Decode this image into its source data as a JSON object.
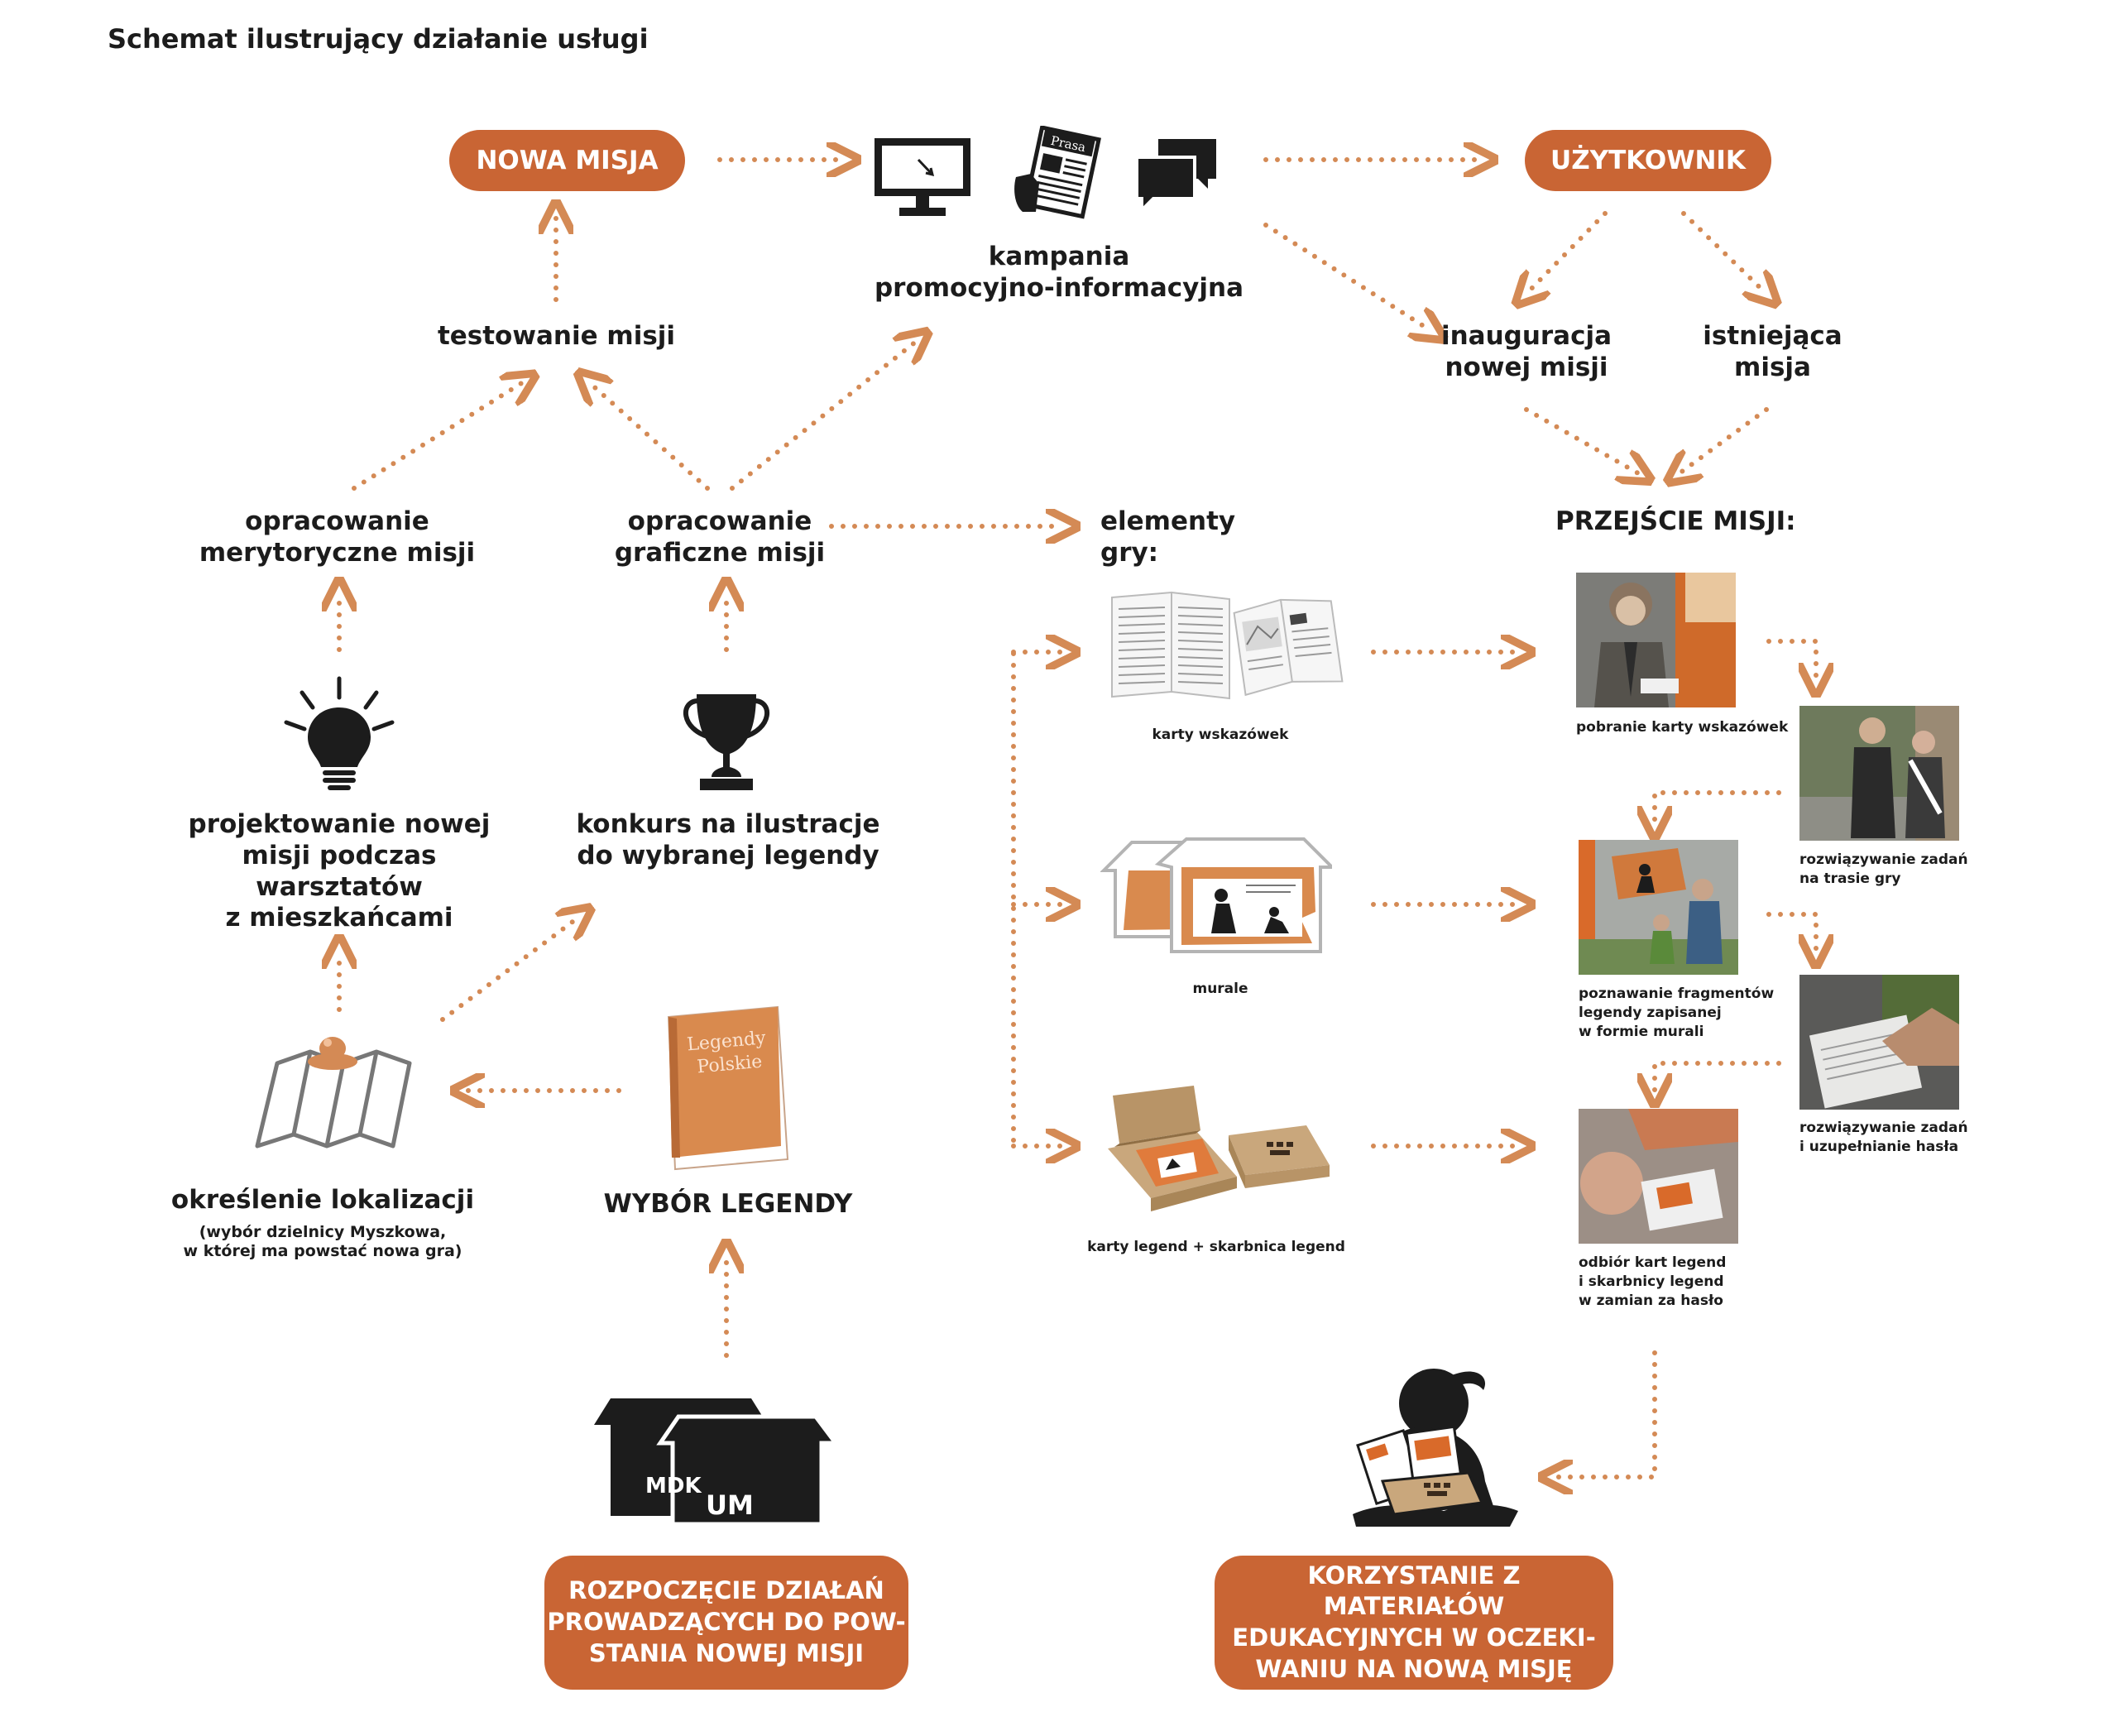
{
  "title": "Schemat ilustrujący działanie usługi",
  "colors": {
    "accent": "#c96534",
    "arrow": "#d48a55",
    "ink": "#1c1c1c"
  },
  "pills": {
    "nowa_misja": "NOWA MISJA",
    "uzytkownik": "UŻYTKOWNIK",
    "rozpoczecie": "ROZPOCZĘCIE DZIAŁAŃ\nPROWADZĄCYCH DO POW-\nSTANIA NOWEJ MISJI",
    "korzystanie": "KORZYSTANIE Z MATERIAŁÓW\nEDUKACYJNYCH W OCZEKI-\nWANIU NA NOWĄ MISJĘ"
  },
  "nodes": {
    "kampania": "kampania\npromocyjno-informacyjna",
    "testowanie": "testowanie misji",
    "inauguracja": "inauguracja\nnowej misji",
    "istniejaca": "istniejąca\nmisja",
    "opr_merytoryczne": "opracowanie\nmerytoryczne misji",
    "opr_graficzne": "opracowanie\ngraficzne misji",
    "elementy_gry": "elementy gry:",
    "przejscie": "PRZEJŚCIE MISJI:",
    "projektowanie": "projektowanie nowej\nmisji podczas warsztatów\nz mieszkańcami",
    "konkurs": "konkurs na ilustracje\ndo wybranej legendy",
    "okreslenie": "określenie lokalizacji",
    "okreslenie_sub": "(wybór dzielnicy Myszkowa,\nw której ma powstać nowa gra)",
    "wybor_legendy": "WYBÓR LEGENDY"
  },
  "icons": {
    "prasa_label": "Prasa",
    "book_title": "Legendy\nPolskie",
    "box_mdk": "MDK",
    "box_um": "UM",
    "list": [
      "monitor-icon",
      "newspaper-icon",
      "chat-bubbles-icon",
      "lightbulb-icon",
      "trophy-icon",
      "map-location-icon",
      "book-icon",
      "boxes-icon",
      "child-reading-icon"
    ]
  },
  "elements": {
    "karty_wskazowek": "karty wskazówek",
    "murale": "murale",
    "karty_legend": "karty legend + skarbnica legend"
  },
  "steps": {
    "pobranie": "pobranie karty wskazówek",
    "rozwiazywanie_trasa": "rozwiązywanie zadań\nna trasie gry",
    "poznawanie": "poznawanie fragmentów\nlegendy zapisanej\nw formie murali",
    "rozwiazywanie_haslo": "rozwiązywanie zadań\ni uzupełnianie hasła",
    "odbior": "odbiór kart legend\ni skarbnicy legend\nw zamian za hasło"
  }
}
